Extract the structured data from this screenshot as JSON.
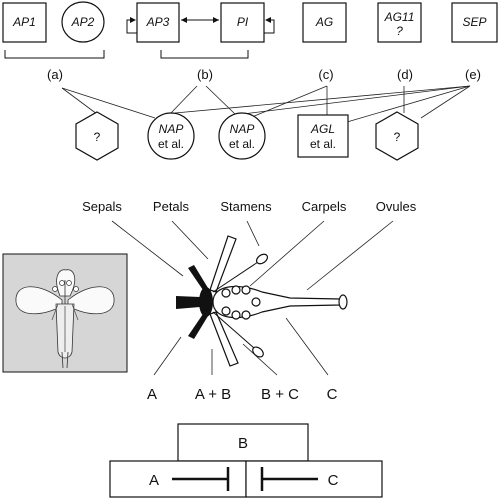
{
  "genes": {
    "ap1": "AP1",
    "ap2": "AP2",
    "ap3": "AP3",
    "pi": "PI",
    "ag": "AG",
    "ag11_line1": "AG11",
    "ag11_line2": "?",
    "sep": "SEP"
  },
  "groups": {
    "a": "(a)",
    "b": "(b)",
    "c": "(c)",
    "d": "(d)",
    "e": "(e)"
  },
  "targets": {
    "sepals_unknown": "?",
    "petals_line1": "NAP",
    "petals_line2": "et al.",
    "stamens_line1": "NAP",
    "stamens_line2": "et al.",
    "carpels_line1": "AGL",
    "carpels_line2": "et al.",
    "ovules_unknown": "?"
  },
  "organs": {
    "sepals": "Sepals",
    "petals": "Petals",
    "stamens": "Stamens",
    "carpels": "Carpels",
    "ovules": "Ovules"
  },
  "zones": {
    "a": "A",
    "ab": "A + B",
    "bc": "B + C",
    "c": "C"
  },
  "abc_model": {
    "b": "B",
    "a": "A",
    "c": "C"
  }
}
